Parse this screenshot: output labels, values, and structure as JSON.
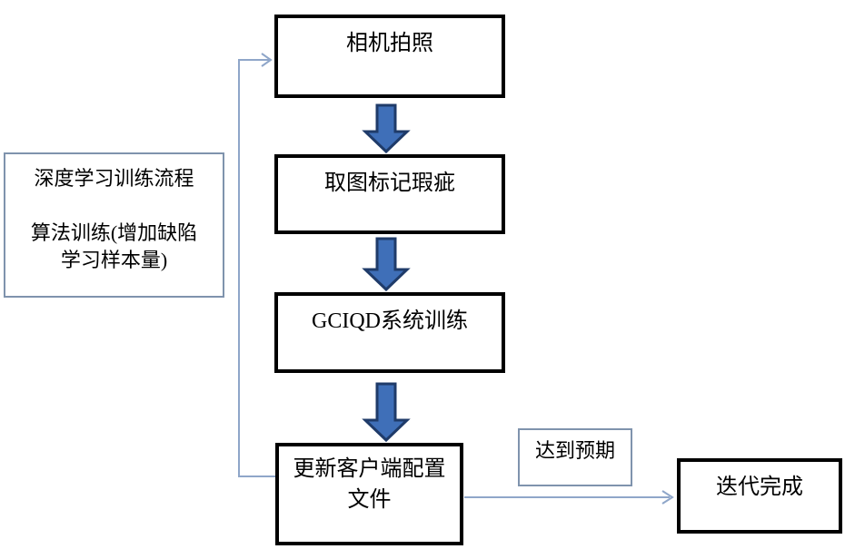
{
  "flowchart": {
    "steps": [
      {
        "id": "camera",
        "label": "相机拍照"
      },
      {
        "id": "mark-defects",
        "label": "取图标记瑕疵"
      },
      {
        "id": "system-training",
        "label": "GCIQD系统训练"
      },
      {
        "id": "update-config",
        "label": "更新客户端配置文件"
      }
    ],
    "side_note": {
      "title": "深度学习训练流程",
      "body": "算法训练(增加缺陷学习样本量)"
    },
    "branch_label": "达到预期",
    "end_node_label": "迭代完成",
    "colors": {
      "text": "#000000",
      "process_border": "#000000",
      "note_border": "#7f93ad",
      "connector_line": "#8fa6c9",
      "block_arrow_fill": "#3f6fb8",
      "block_arrow_border": "#1f3b69"
    }
  }
}
